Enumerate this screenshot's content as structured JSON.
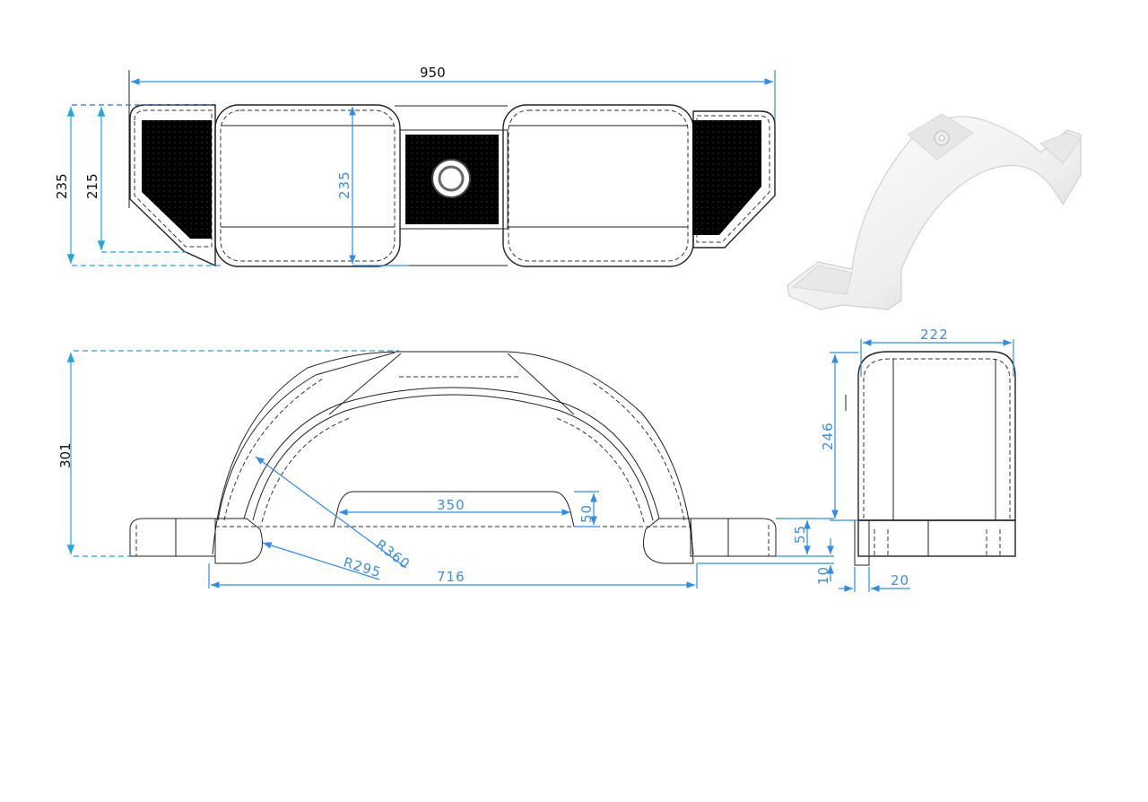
{
  "drawing": {
    "subject": "Trailer mudguard / fender technical drawing",
    "colors": {
      "dimension_blue": "#2d8cf0",
      "dimension_cyan": "#1fa8e0",
      "outline": "#222222",
      "fill_dark": "#000000",
      "background": "#ffffff"
    },
    "top_view": {
      "overall_width": "950",
      "overall_depth_outer": "235",
      "overall_depth_inner": "215",
      "center_depth": "235"
    },
    "side_view": {
      "overall_height": "301",
      "cutout_width": "350",
      "cutout_height": "50",
      "outer_radius": "R360",
      "inner_radius": "R295",
      "arch_span": "716",
      "foot_height": "55",
      "foot_offset": "10"
    },
    "end_view": {
      "width": "222",
      "height": "246",
      "lip_width": "20"
    },
    "iso_view": {
      "label": "3D isometric render"
    }
  }
}
